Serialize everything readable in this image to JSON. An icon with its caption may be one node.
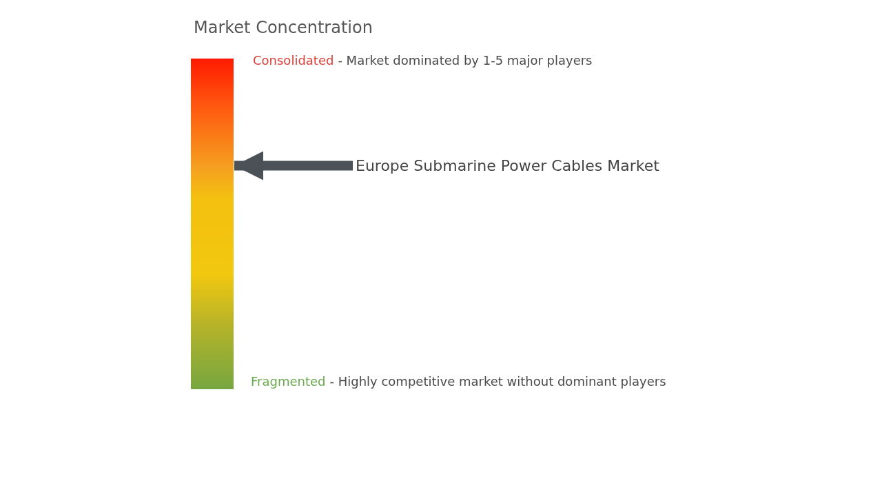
{
  "diagram": {
    "title": "Market Concentration",
    "nodes": [
      {
        "text": [],
        "shape": "bar"
      },
      {
        "text": [
          "Europe Submarine Power Cables Market"
        ]
      }
    ],
    "edges": [
      {
        "from": 1,
        "to": 0,
        "arrow": "to"
      }
    ],
    "labels": [
      "Consolidated",
      "- Market dominated by 1-5 major players",
      "Fragmented",
      "- Highly competitive market without dominant players"
    ]
  }
}
